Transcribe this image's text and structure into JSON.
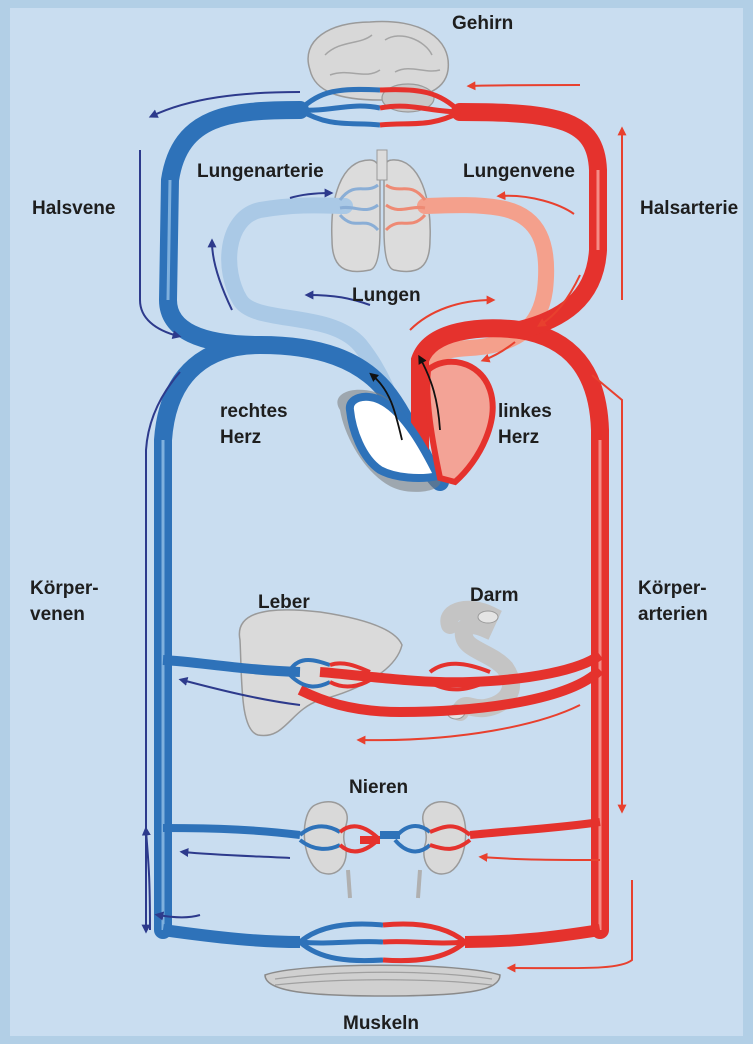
{
  "labels": {
    "gehirn": "Gehirn",
    "lungenarterie": "Lungenarterie",
    "lungenvene": "Lungenvene",
    "halsvene": "Halsvene",
    "halsarterie": "Halsarterie",
    "lungen": "Lungen",
    "rechtes": "rechtes",
    "herz_rechts": "Herz",
    "linkes": "linkes",
    "herz_links": "Herz",
    "koerper_venen_1": "Körper-",
    "koerper_venen_2": "venen",
    "koerper_arterien_1": "Körper-",
    "koerper_arterien_2": "arterien",
    "leber": "Leber",
    "darm": "Darm",
    "nieren": "Nieren",
    "muskeln": "Muskeln"
  },
  "colors": {
    "background": "#b2cfe6",
    "panel": "#c9ddf0",
    "vein": "#2e72b9",
    "artery": "#e5322d",
    "pulmonary_artery": "#aac9e6",
    "pulmonary_vein": "#f4a08c",
    "flow_arrow_venous": "#2d3a8c",
    "flow_arrow_arterial": "#e8402e",
    "organ": "#d6d6d6"
  }
}
